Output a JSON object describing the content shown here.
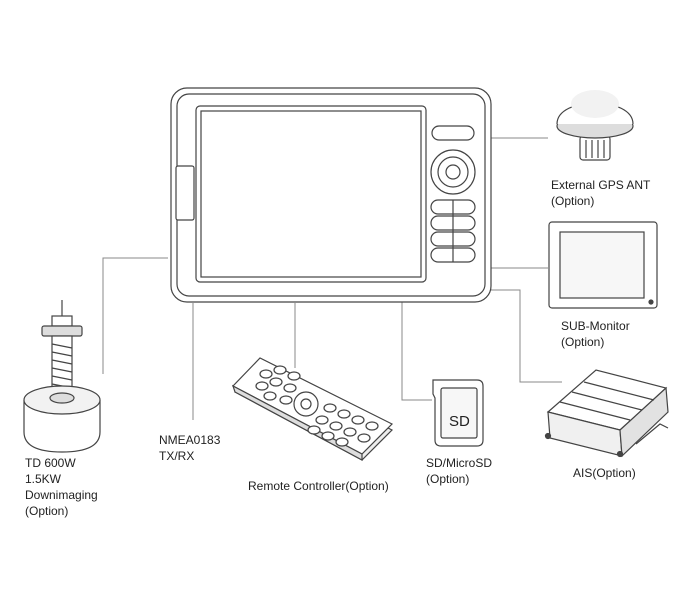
{
  "devices": {
    "gps": {
      "line1": "External GPS ANT",
      "line2": "(Option)"
    },
    "sub_monitor": {
      "line1": "SUB-Monitor",
      "line2": "(Option)"
    },
    "ais": {
      "line1": "AIS(Option)"
    },
    "sd": {
      "line1": "SD/MicroSD",
      "line2": "(Option)",
      "card_text": "SD"
    },
    "remote": {
      "line1": "Remote Controller(Option)"
    },
    "nmea": {
      "line1": "NMEA0183",
      "line2": "TX/RX"
    },
    "transducer": {
      "line1": "TD 600W",
      "line2": "1.5KW",
      "line3": "Downimaging",
      "line4": "(Option)"
    }
  },
  "colors": {
    "stroke": "#444444",
    "line": "#888888",
    "text": "#222222"
  }
}
